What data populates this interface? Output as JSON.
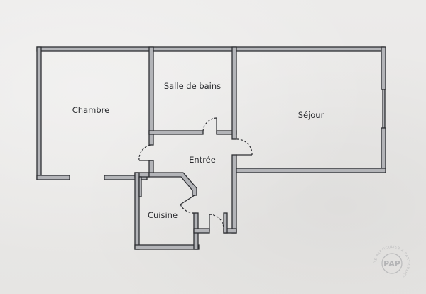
{
  "floor_plan": {
    "rooms": [
      {
        "id": "chambre",
        "label": "Chambre"
      },
      {
        "id": "salle-de-bains",
        "label": "Salle de bains"
      },
      {
        "id": "sejour",
        "label": "Séjour"
      },
      {
        "id": "entree",
        "label": "Entrée"
      },
      {
        "id": "cuisine",
        "label": "Cuisine"
      }
    ],
    "colors": {
      "paper": "#e9e8e6",
      "wall_fill": "#b3b4b8",
      "wall_outline": "#2e2f33",
      "text": "#2a2b2f"
    }
  },
  "watermark": {
    "logo_text": "PAP",
    "ring_text": "DE PARTICULIER À PARTICULIER"
  }
}
